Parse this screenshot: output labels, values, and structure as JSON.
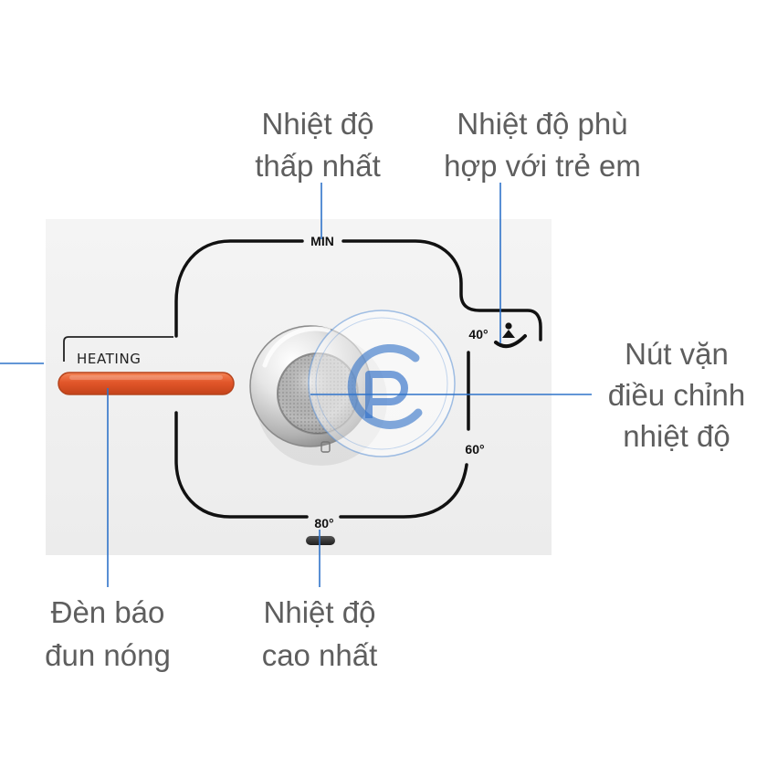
{
  "labels": {
    "min_temp": [
      "Nhiệt độ",
      "thấp nhất"
    ],
    "child_temp": [
      "Nhiệt độ phù",
      "hợp với trẻ em"
    ],
    "knob": [
      "Nút vặn",
      "điều chỉnh",
      "nhiệt độ"
    ],
    "heating_light": [
      "Đèn báo",
      "đun nóng"
    ],
    "max_temp": [
      "Nhiệt độ",
      "cao nhất"
    ]
  },
  "panel": {
    "heating_text": "HEATING",
    "min_mark": "MIN",
    "mark_40": "40°",
    "mark_60": "60°",
    "mark_80": "80°"
  },
  "icons": {
    "child": "child-hand-icon",
    "indicator": "knob-indicator-icon",
    "watermark": "watermark-logo"
  },
  "colors": {
    "callout_line": "#2f73c9",
    "label_text": "#5e5e5e",
    "heating_light": "#e2562a",
    "panel": "#f1f1f1"
  }
}
